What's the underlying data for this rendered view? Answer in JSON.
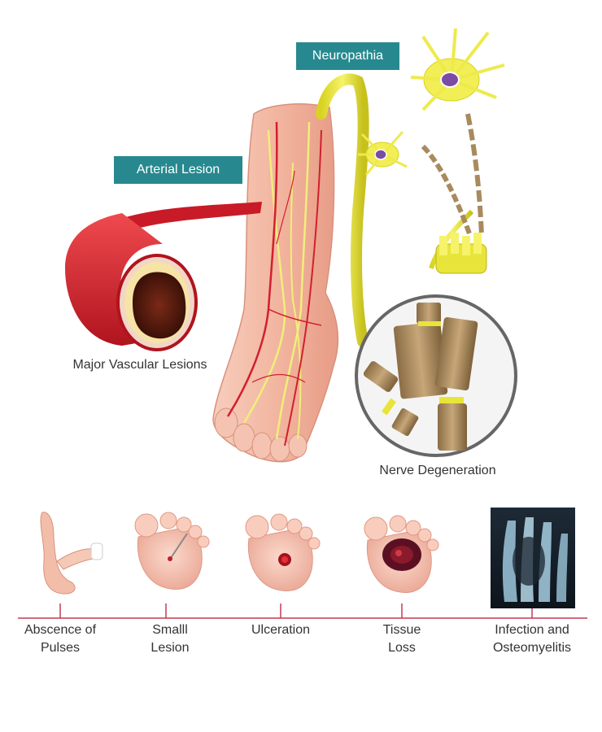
{
  "labels": {
    "neuropathia": "Neuropathia",
    "arterial_lesion": "Arterial Lesion",
    "major_vascular": "Major Vascular Lesions",
    "nerve_degeneration": "Nerve Degeneration"
  },
  "stages": [
    {
      "line1": "Abscence of",
      "line2": "Pulses",
      "icon": "foot-pulse-check"
    },
    {
      "line1": "Smalll",
      "line2": "Lesion",
      "icon": "foot-small-lesion"
    },
    {
      "line1": "Ulceration",
      "line2": "",
      "icon": "foot-ulceration"
    },
    {
      "line1": "Tissue",
      "line2": "Loss",
      "icon": "foot-tissue-loss"
    },
    {
      "line1": "Infection and",
      "line2": "Osteomyelitis",
      "icon": "xray-foot"
    }
  ],
  "colors": {
    "tag_bg": "#27898f",
    "timeline": "#c23a55",
    "artery": "#d21f2b",
    "nerve": "#e8e43a",
    "skin": "#f3b9a3"
  }
}
